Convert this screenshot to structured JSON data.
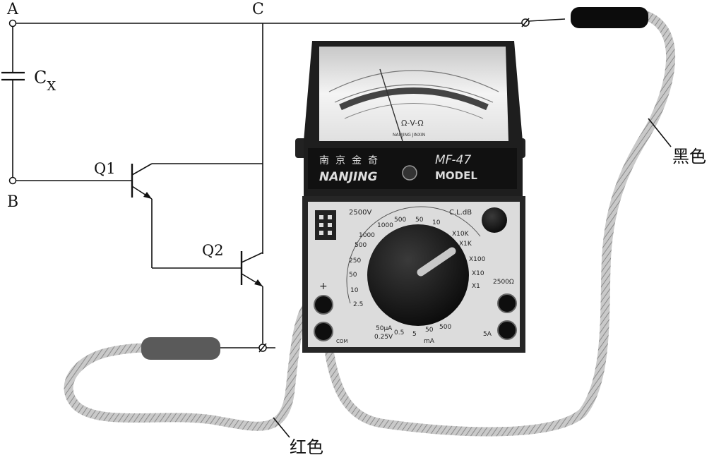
{
  "circuit": {
    "terminal_a": "A",
    "terminal_b": "B",
    "terminal_c": "C",
    "capacitor": {
      "main": "C",
      "subscript": "X"
    },
    "transistor_1": "Q1",
    "transistor_2": "Q2"
  },
  "leads": {
    "black_label": "黑色",
    "red_label": "红色"
  },
  "multimeter": {
    "brand_cn": "南京金奇",
    "brand_en": "NANJING",
    "model": "MF-47",
    "model_word": "MODEL",
    "face_maker": "NANJING JINXIN",
    "face_symbols": "Ω-V-Ω",
    "range_labels": [
      "1000",
      "500",
      "250",
      "50",
      "10",
      "2.5",
      "1000",
      "500",
      "50",
      "10",
      "X10K",
      "X1K",
      "X100",
      "X10",
      "X1"
    ],
    "dial_bottom_labels": [
      "50μA",
      "0.25V",
      "0.5",
      "5",
      "50",
      "500",
      "mA"
    ],
    "top_label_left": "2500V",
    "top_label_right": "C.L.dB",
    "right_label": "2500Ω",
    "bottom_right_label": "5A",
    "plus_label": "+",
    "com_label": "COM"
  },
  "colors": {
    "wire": "#111111",
    "meter_body": "#1e1e1e",
    "meter_face": "#efefef",
    "red_probe": "#5a5a5a",
    "black_probe": "#0c0c0c"
  }
}
